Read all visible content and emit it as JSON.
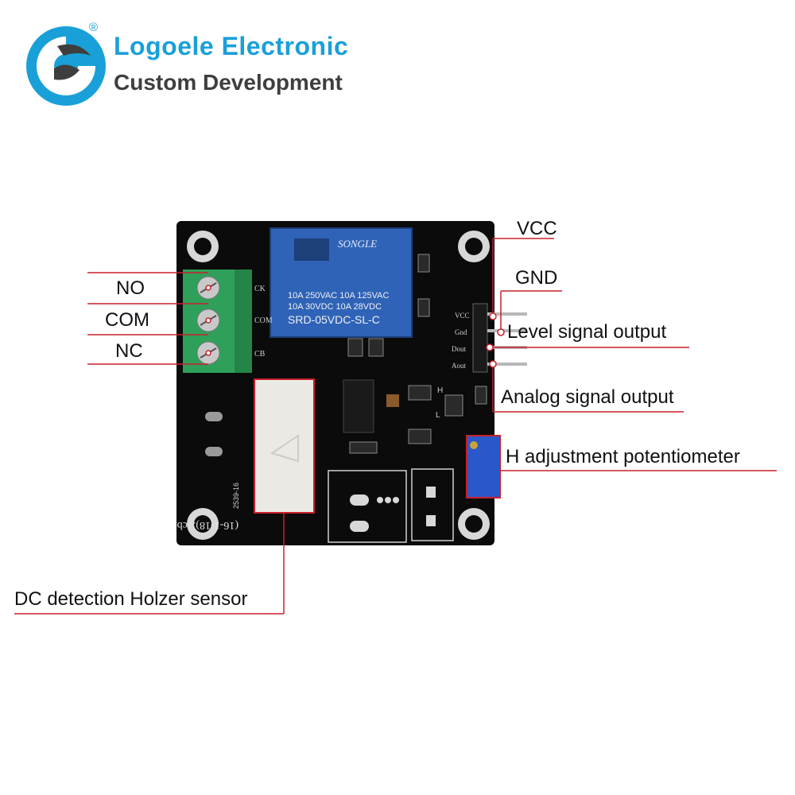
{
  "brand": {
    "name": "Logoele Electronic",
    "tagline": "Custom Development",
    "registered_mark": "®",
    "logo_icon": "logoele-swirl-logo-icon",
    "colors": {
      "primary": "#1aa0d8",
      "secondary": "#3e3e3e"
    }
  },
  "board": {
    "relay_brand": "SONGLE",
    "relay_line1": "10A 250VAC 10A 125VAC",
    "relay_line2": "10A  30VDC 10A  28VDC",
    "relay_model": "SRD-05VDC-SL-C",
    "pcb_code": "(16-1-18).pcb",
    "board_number": "2539-16",
    "pin_vcc": "VCC",
    "pin_gnd": "Gnd",
    "pin_dout": "Dout",
    "pin_aout": "Aout",
    "term_no": "CK",
    "term_com": "COM",
    "term_nc": "CB",
    "mark_h": "H",
    "mark_l": "L",
    "colors": {
      "pcb": "#0b0b0b",
      "relay": "#2f63b8",
      "terminal": "#2fa05a",
      "potentiometer": "#2a58c9",
      "callout": "#c8202c"
    }
  },
  "labels": {
    "no": "NO",
    "com": "COM",
    "nc": "NC",
    "vcc": "VCC",
    "gnd": "GND",
    "level": "Level signal output",
    "analog": "Analog signal output",
    "potentiometer": "H adjustment potentiometer",
    "sensor": "DC detection Holzer sensor"
  }
}
